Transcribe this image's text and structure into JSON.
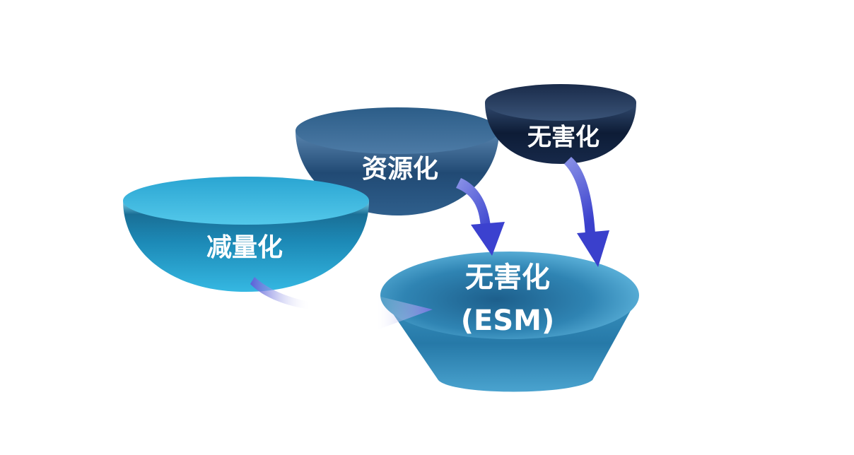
{
  "bowls": {
    "reduction": {
      "label": "减量化",
      "color": "#1e9dc6"
    },
    "resource": {
      "label": "资源化",
      "color": "#2c5e8c"
    },
    "harmless": {
      "label": "无害化",
      "color": "#10213d"
    },
    "center": {
      "label_line1": "无害化",
      "label_line2": "(ESM)",
      "color": "#2e89b6"
    }
  },
  "arrows": {
    "color": "#4a4ed6"
  }
}
